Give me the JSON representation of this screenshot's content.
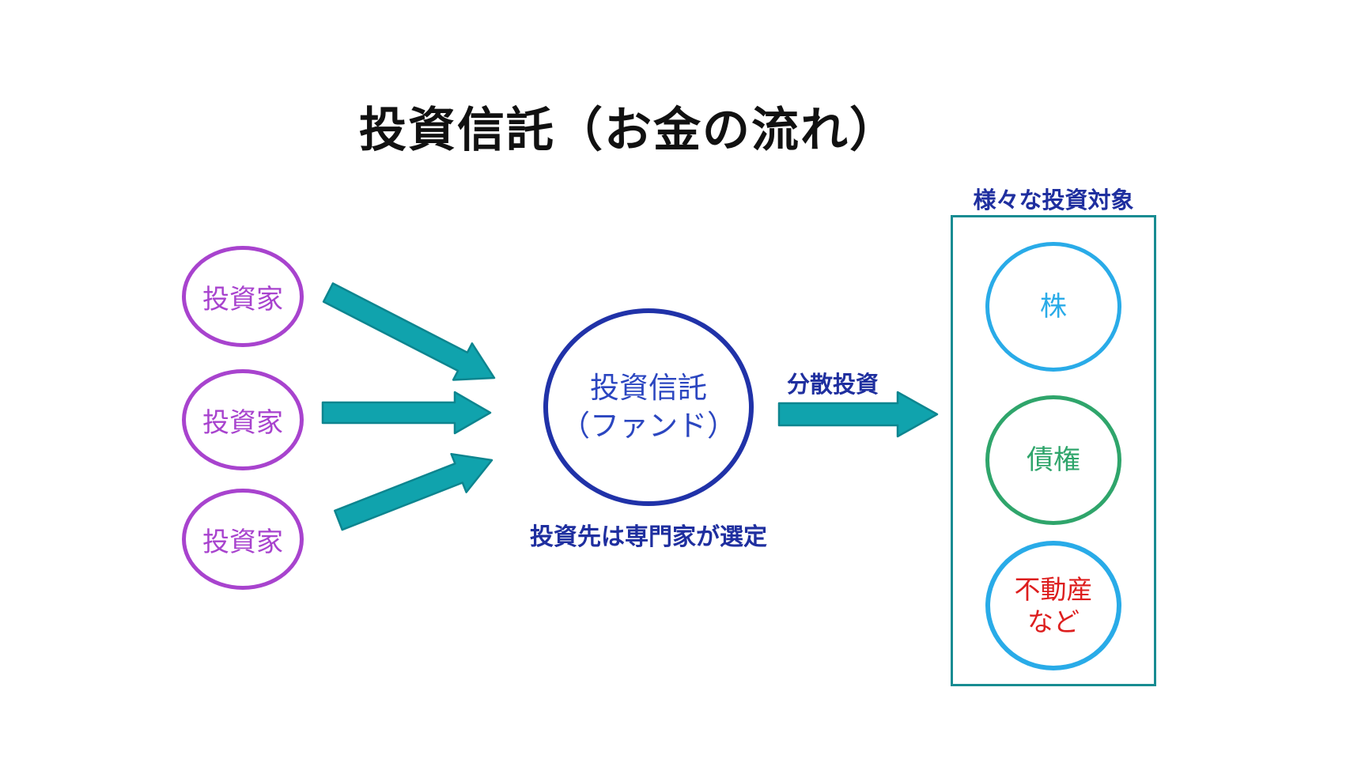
{
  "title": "投資信託（お金の流れ）",
  "colors": {
    "background": "#ffffff",
    "title_text": "#111111",
    "arrow_fill": "#10a3ad",
    "arrow_stroke": "#0d858f",
    "investor_purple": "#a843ce",
    "fund_border_blue": "#2032a8",
    "fund_text_blue": "#2b46c0",
    "label_dark_blue": "#1f2f9f",
    "stock_blue": "#29abe8",
    "bond_green": "#2fa56b",
    "realestate_red": "#dd1e1e",
    "box_border_teal": "#188c92"
  },
  "investors": [
    {
      "label": "投資家"
    },
    {
      "label": "投資家"
    },
    {
      "label": "投資家"
    }
  ],
  "fund": {
    "name_line1": "投資信託",
    "name_line2": "（ファンド）",
    "caption": "投資先は専門家が選定"
  },
  "flow": {
    "distribution_label": "分散投資"
  },
  "targets": {
    "title": "様々な投資対象",
    "items": [
      {
        "lines": [
          "株"
        ],
        "text_color": "#29abe8",
        "border_color": "#29abe8"
      },
      {
        "lines": [
          "債権"
        ],
        "text_color": "#2fa56b",
        "border_color": "#2fa56b"
      },
      {
        "lines": [
          "不動産",
          "など"
        ],
        "text_color": "#dd1e1e",
        "border_color": "#29abe8"
      }
    ]
  },
  "icons": {
    "flow_arrows": "right-arrow-icon"
  }
}
